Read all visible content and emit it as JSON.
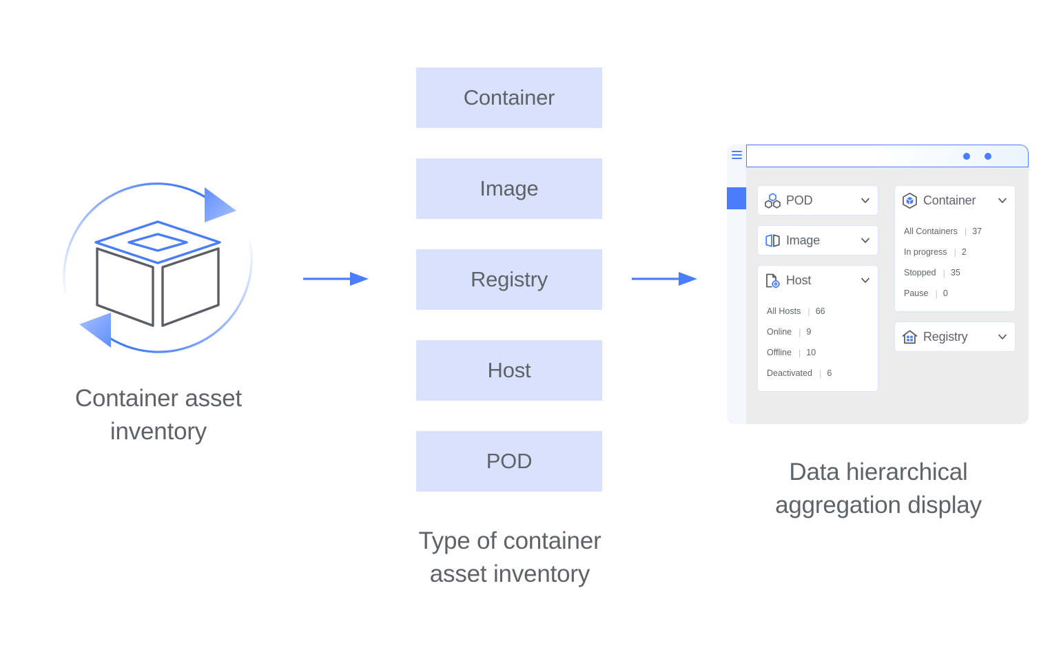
{
  "left": {
    "icon_name": "container-asset-cycle-icon",
    "caption_line1": "Container asset",
    "caption_line2": "inventory"
  },
  "arrows": {
    "arrow1_name": "flow-arrow-1",
    "arrow2_name": "flow-arrow-2",
    "color": "#4a7dfc"
  },
  "middle": {
    "boxes": [
      {
        "label": "Container"
      },
      {
        "label": "Image"
      },
      {
        "label": "Registry"
      },
      {
        "label": "Host"
      },
      {
        "label": "POD"
      }
    ],
    "box_color": "#d8e2fc",
    "caption_line1": "Type of container",
    "caption_line2": "asset inventory"
  },
  "right": {
    "caption_line1": "Data hierarchical",
    "caption_line2": "aggregation display",
    "window": {
      "titlebar": {
        "dots": 2
      },
      "sidebar": {
        "menu_icon": "hamburger-icon",
        "accent_color": "#4a7dfc"
      },
      "left_column": [
        {
          "title": "POD",
          "icon": "pod-hexagons-icon",
          "stats": []
        },
        {
          "title": "Image",
          "icon": "image-panels-icon",
          "stats": []
        },
        {
          "title": "Host",
          "icon": "host-gear-icon",
          "stats": [
            {
              "label": "All Hosts",
              "value": "66"
            },
            {
              "label": "Online",
              "value": "9"
            },
            {
              "label": "Offline",
              "value": "10"
            },
            {
              "label": "Deactivated",
              "value": "6"
            }
          ]
        }
      ],
      "right_column": [
        {
          "title": "Container",
          "icon": "container-cube-icon",
          "stats": [
            {
              "label": "All Containers",
              "value": "37"
            },
            {
              "label": "In progress",
              "value": "2"
            },
            {
              "label": "Stopped",
              "value": "35"
            },
            {
              "label": "Pause",
              "value": "0"
            }
          ]
        },
        {
          "title": "Registry",
          "icon": "registry-warehouse-icon",
          "stats": []
        }
      ]
    }
  }
}
